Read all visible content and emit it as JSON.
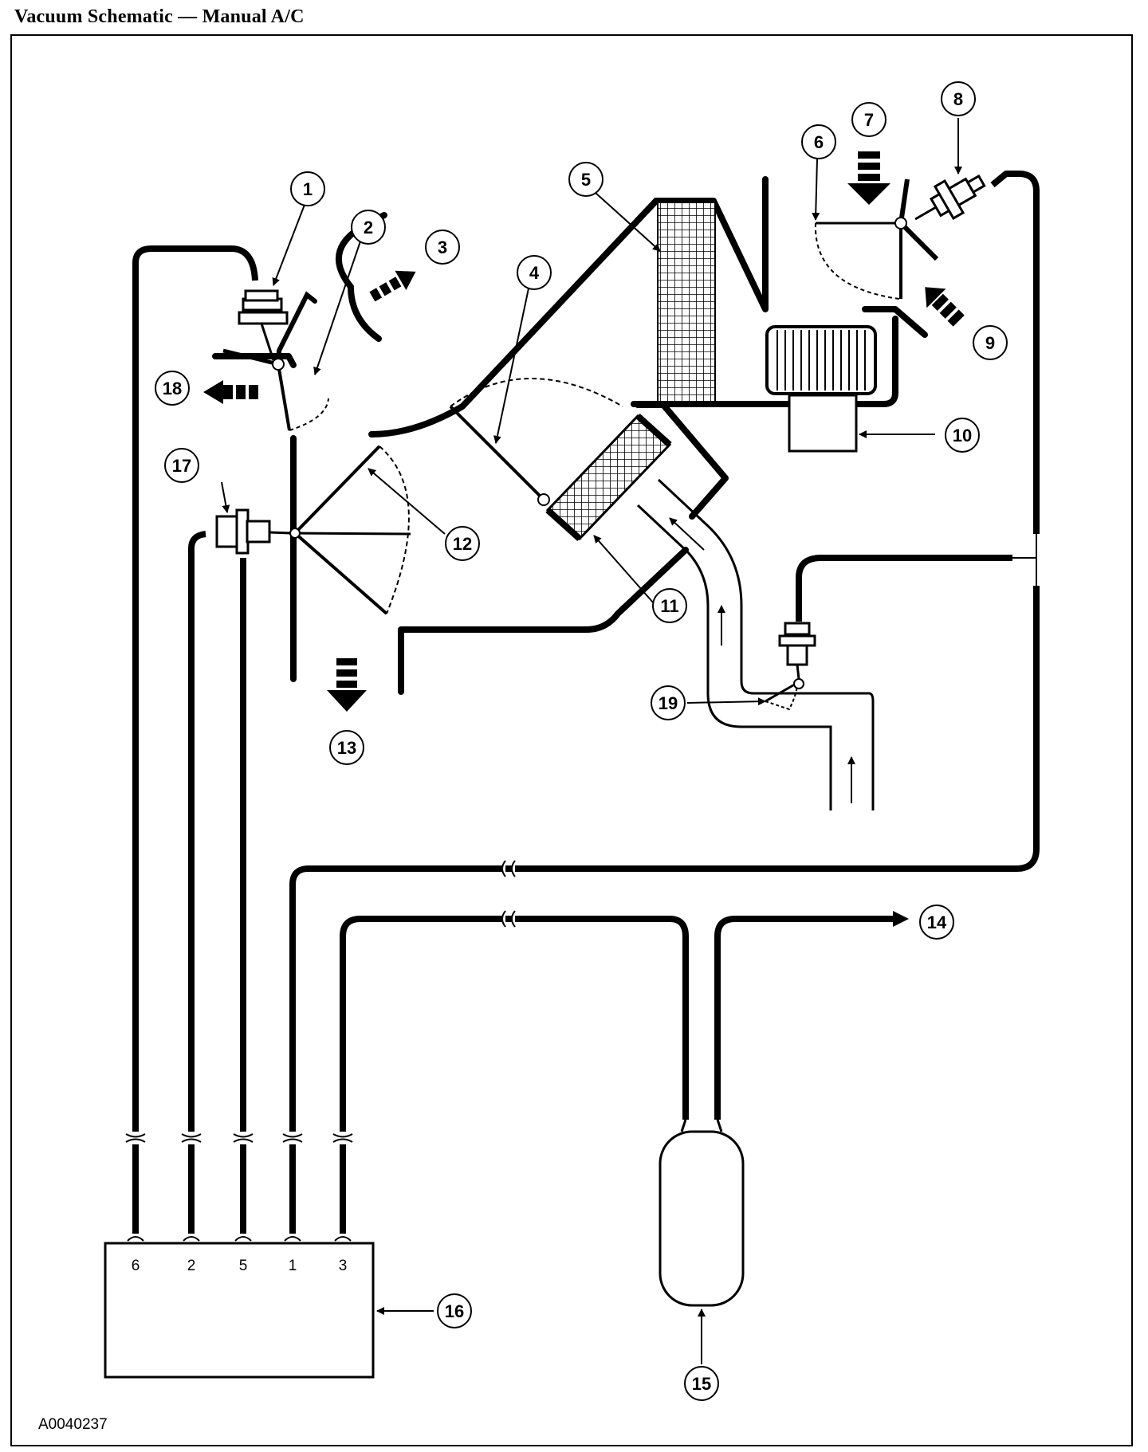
{
  "title": "Vacuum Schematic — Manual A/C",
  "figure_code": "A0040237",
  "callouts": [
    "1",
    "2",
    "3",
    "4",
    "5",
    "6",
    "7",
    "8",
    "9",
    "10",
    "11",
    "12",
    "13",
    "14",
    "15",
    "16",
    "17",
    "18",
    "19"
  ],
  "control_ports": [
    "6",
    "2",
    "5",
    "1",
    "3"
  ]
}
